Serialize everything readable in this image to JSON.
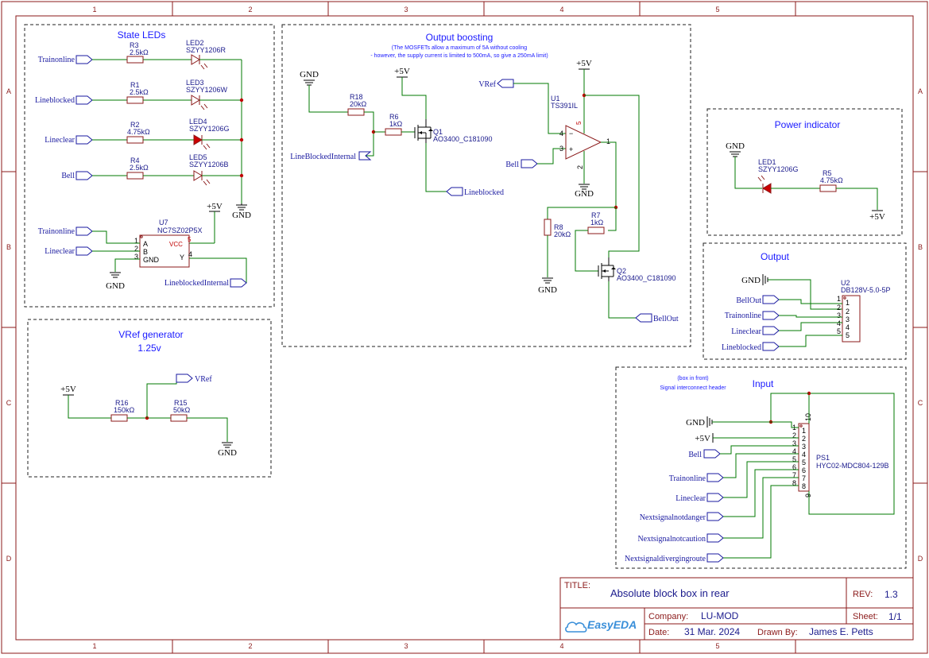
{
  "sheet": {
    "col_labels": [
      "1",
      "2",
      "3",
      "4",
      "5"
    ],
    "row_labels": [
      "A",
      "B",
      "C",
      "D"
    ]
  },
  "blocks": {
    "state_leds": "State LEDs",
    "output_boosting": "Output boosting",
    "output_boosting_note1": "(The MOSFETs allow a maximum of 5A without cooling",
    "output_boosting_note2": "- however, the supply current is limited to 500mA, so give a 250mA limit)",
    "power_indicator": "Power indicator",
    "output": "Output",
    "vref_gen": "VRef generator",
    "vref_volt": "1.25v",
    "input": "Input",
    "input_note1": "(box in front)",
    "input_note2": "Signal interconnect header"
  },
  "components": {
    "R3": {
      "ref": "R3",
      "val": "2.5kΩ"
    },
    "R1": {
      "ref": "R1",
      "val": "2.5kΩ"
    },
    "R2": {
      "ref": "R2",
      "val": "4.75kΩ"
    },
    "R4": {
      "ref": "R4",
      "val": "2.5kΩ"
    },
    "LED2": {
      "ref": "LED2",
      "val": "SZYY1206R"
    },
    "LED3": {
      "ref": "LED3",
      "val": "SZYY1206W"
    },
    "LED4": {
      "ref": "LED4",
      "val": "SZYY1206G"
    },
    "LED5": {
      "ref": "LED5",
      "val": "SZYY1206B"
    },
    "U7": {
      "ref": "U7",
      "val": "NC7SZ02P5X",
      "pinA": "A",
      "pinB": "B",
      "pinGND": "GND",
      "pinVCC": "VCC",
      "pinY": "Y",
      "p1": "1",
      "p2": "2",
      "p3": "3",
      "p4": "4",
      "p5": "5"
    },
    "R18": {
      "ref": "R18",
      "val": "20kΩ"
    },
    "R6": {
      "ref": "R6",
      "val": "1kΩ"
    },
    "Q1": {
      "ref": "Q1",
      "val": "AO3400_C181090"
    },
    "U1": {
      "ref": "U1",
      "val": "TS391IL",
      "p1": "1",
      "p2": "2",
      "p3": "3",
      "p4": "4",
      "p5": "5"
    },
    "R8": {
      "ref": "R8",
      "val": "20kΩ"
    },
    "R7": {
      "ref": "R7",
      "val": "1kΩ"
    },
    "Q2": {
      "ref": "Q2",
      "val": "AO3400_C181090"
    },
    "LED1": {
      "ref": "LED1",
      "val": "SZYY1206G"
    },
    "R5": {
      "ref": "R5",
      "val": "4.75kΩ"
    },
    "U2": {
      "ref": "U2",
      "val": "DB128V-5.0-5P",
      "pins": [
        "1",
        "2",
        "3",
        "4",
        "5"
      ]
    },
    "R16": {
      "ref": "R16",
      "val": "150kΩ"
    },
    "R15": {
      "ref": "R15",
      "val": "50kΩ"
    },
    "PS1": {
      "ref": "PS1",
      "val": "HYC02-MDC804-129B",
      "pins": [
        "1",
        "2",
        "3",
        "4",
        "5",
        "6",
        "7",
        "8"
      ],
      "p9": "9",
      "p10": "10"
    }
  },
  "nets": {
    "gnd": "GND",
    "v5": "+5V",
    "trainonline": "Trainonline",
    "lineblocked": "Lineblocked",
    "lineclear": "Lineclear",
    "bell": "Bell",
    "lineblockedinternal": "LineblockedInternal",
    "lineblockedinternal2": "LineBlockedInternal",
    "vref": "VRef",
    "bellout": "BellOut",
    "nextnotdanger": "Nextsignalnotdanger",
    "nextnotcaution": "Nextsignalnotcaution",
    "nextdiverging": "Nextsignaldivergingroute",
    "plus": "+",
    "minus": "−"
  },
  "title_block": {
    "title_label": "TITLE:",
    "title": "Absolute block box in rear",
    "rev_label": "REV:",
    "rev": "1.3",
    "company_label": "Company:",
    "company": "LU-MOD",
    "sheet_label": "Sheet:",
    "sheet": "1/1",
    "date_label": "Date:",
    "date": "31 Mar. 2024",
    "drawn_label": "Drawn By:",
    "drawn": "James E. Petts",
    "brand": "EasyEDA"
  },
  "colors": {
    "frame": "#8b1a1a",
    "wire": "#007a00",
    "label": "#1a1aa0",
    "junction": "#c00000",
    "title": "#1a1aff"
  }
}
